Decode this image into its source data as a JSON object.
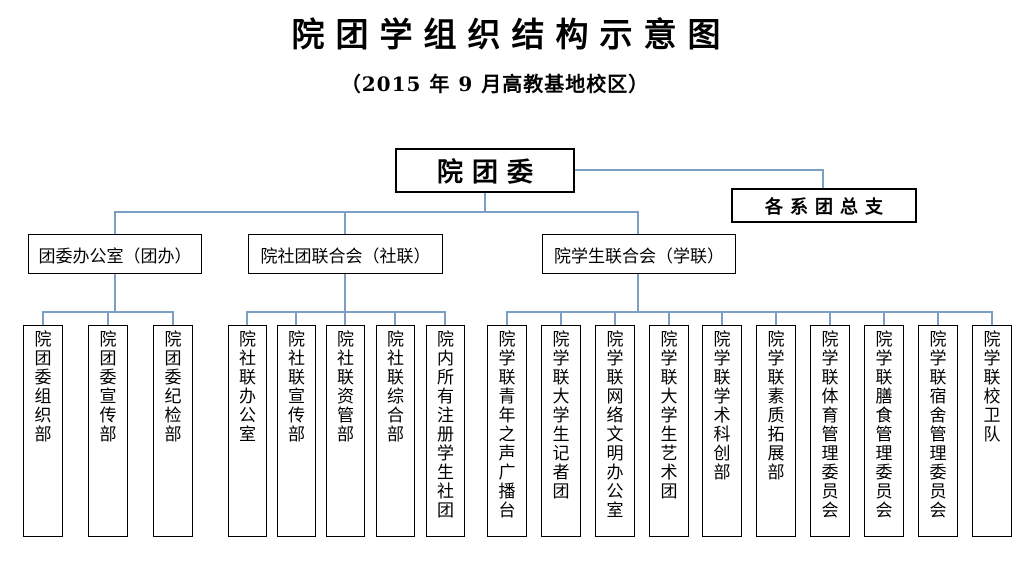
{
  "title": "院团学组织结构示意图",
  "subtitle": "（2015 年 9 月高教基地校区）",
  "colors": {
    "connector": "#7C9FC6",
    "border": "#000000",
    "background": "#FFFFFF"
  },
  "root": {
    "label": "院团委"
  },
  "side": {
    "label": "各系团总支"
  },
  "branches": [
    {
      "label": "团委办公室（团办）",
      "children": [
        "院团委组织部",
        "院团委宣传部",
        "院团委纪检部"
      ]
    },
    {
      "label": "院社团联合会（社联）",
      "children": [
        "院社联办公室",
        "院社联宣传部",
        "院社联资管部",
        "院社联综合部",
        "院内所有注册学生社团"
      ]
    },
    {
      "label": "院学生联合会（学联）",
      "children": [
        "院学联青年之声广播台",
        "院学联大学生记者团",
        "院学联网络文明办公室",
        "院学联大学生艺术团",
        "院学联学术科创部",
        "院学联素质拓展部",
        "院学联体育管理委员会",
        "院学联膳食管理委员会",
        "院学联宿舍管理委员会",
        "院学联校卫队"
      ]
    }
  ]
}
